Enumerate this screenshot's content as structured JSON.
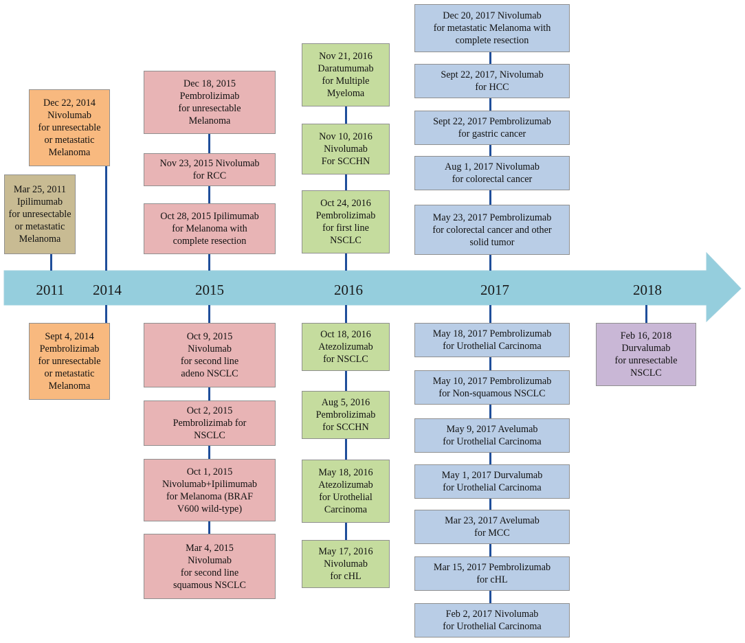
{
  "years": [
    "2011",
    "2014",
    "2015",
    "2016",
    "2017",
    "2018"
  ],
  "colors": {
    "arrow": "#95cedd",
    "connector": "#1f4e9a",
    "y2011": "#c8bb93",
    "y2014": "#f8b97f",
    "y2015": "#e8b4b5",
    "y2016": "#c5dc9e",
    "y2017": "#b9cde6",
    "y2018": "#c9b7d6"
  },
  "events": {
    "y2011": {
      "above": [
        {
          "lines": [
            "Mar 25, 2011",
            "Ipilimumab",
            "for unresectable",
            "or metastatic",
            "Melanoma"
          ]
        }
      ],
      "below": []
    },
    "y2014": {
      "above": [
        {
          "lines": [
            "Dec 22, 2014",
            "Nivolumab",
            "for unresectable",
            "or metastatic",
            "Melanoma"
          ]
        }
      ],
      "below": [
        {
          "lines": [
            "Sept 4, 2014",
            "Pembrolizimab",
            "for unresectable",
            "or metastatic",
            "Melanoma"
          ]
        }
      ]
    },
    "y2015": {
      "above": [
        {
          "lines": [
            "Dec 18, 2015",
            "Pembrolizimab",
            "for unresectable",
            "Melanoma"
          ]
        },
        {
          "lines": [
            "Nov 23, 2015 Nivolumab",
            "for RCC"
          ]
        },
        {
          "lines": [
            "Oct 28, 2015 Ipilimumab",
            "for  Melanoma with",
            "complete resection"
          ]
        }
      ],
      "below": [
        {
          "lines": [
            "Oct 9, 2015",
            "Nivolumab",
            "for second line",
            "adeno NSCLC"
          ]
        },
        {
          "lines": [
            "Oct 2, 2015",
            "Pembrolizimab  for",
            "NSCLC"
          ]
        },
        {
          "lines": [
            "Oct 1, 2015",
            "Nivolumab+Ipilimumab",
            "for Melanoma (BRAF",
            "V600 wild-type)"
          ]
        },
        {
          "lines": [
            "Mar 4, 2015",
            "Nivolumab",
            "for second line",
            "squamous NSCLC"
          ]
        }
      ]
    },
    "y2016": {
      "above": [
        {
          "lines": [
            "Nov 21, 2016",
            "Daratumumab",
            "for Multiple",
            "Myeloma"
          ]
        },
        {
          "lines": [
            "Nov 10, 2016",
            "Nivolumab",
            "For SCCHN"
          ]
        },
        {
          "lines": [
            "Oct 24, 2016",
            "Pembrolizimab",
            "for first line",
            "NSCLC"
          ]
        }
      ],
      "below": [
        {
          "lines": [
            "Oct 18, 2016",
            "Atezolizumab",
            "for NSCLC"
          ]
        },
        {
          "lines": [
            "Aug 5, 2016",
            "Pembrolizimab",
            "for SCCHN"
          ]
        },
        {
          "lines": [
            "May 18, 2016",
            "Atezolizumab",
            "for Urothelial",
            "Carcinoma"
          ]
        },
        {
          "lines": [
            "May 17, 2016",
            "Nivolumab",
            "for cHL"
          ]
        }
      ]
    },
    "y2017": {
      "above": [
        {
          "lines": [
            "Dec 20, 2017 Nivolumab",
            "for metastatic Melanoma with",
            "complete resection"
          ]
        },
        {
          "lines": [
            "Sept 22, 2017, Nivolumab",
            "for HCC"
          ]
        },
        {
          "lines": [
            "Sept 22, 2017 Pembrolizumab",
            "for gastric cancer"
          ]
        },
        {
          "lines": [
            "Aug 1, 2017 Nivolumab",
            "for colorectal cancer"
          ]
        },
        {
          "lines": [
            "May 23, 2017 Pembrolizumab",
            "for colorectal cancer and other",
            "solid tumor"
          ]
        }
      ],
      "below": [
        {
          "lines": [
            "May 18, 2017 Pembrolizumab",
            "for Urothelial Carcinoma"
          ]
        },
        {
          "lines": [
            "May 10, 2017 Pembrolizumab",
            "for Non-squamous NSCLC"
          ]
        },
        {
          "lines": [
            "May 9, 2017 Avelumab",
            "for Urothelial Carcinoma"
          ]
        },
        {
          "lines": [
            "May 1, 2017 Durvalumab",
            "for Urothelial Carcinoma"
          ]
        },
        {
          "lines": [
            "Mar 23, 2017 Avelumab",
            "for MCC"
          ]
        },
        {
          "lines": [
            "Mar 15, 2017 Pembrolizumab",
            "for cHL"
          ]
        },
        {
          "lines": [
            "Feb 2, 2017 Nivolumab",
            "for Urothelial Carcinoma"
          ]
        }
      ]
    },
    "y2018": {
      "above": [],
      "below": [
        {
          "lines": [
            "Feb 16, 2018",
            "Durvalumab",
            "for unresectable",
            "NSCLC"
          ]
        }
      ]
    }
  }
}
